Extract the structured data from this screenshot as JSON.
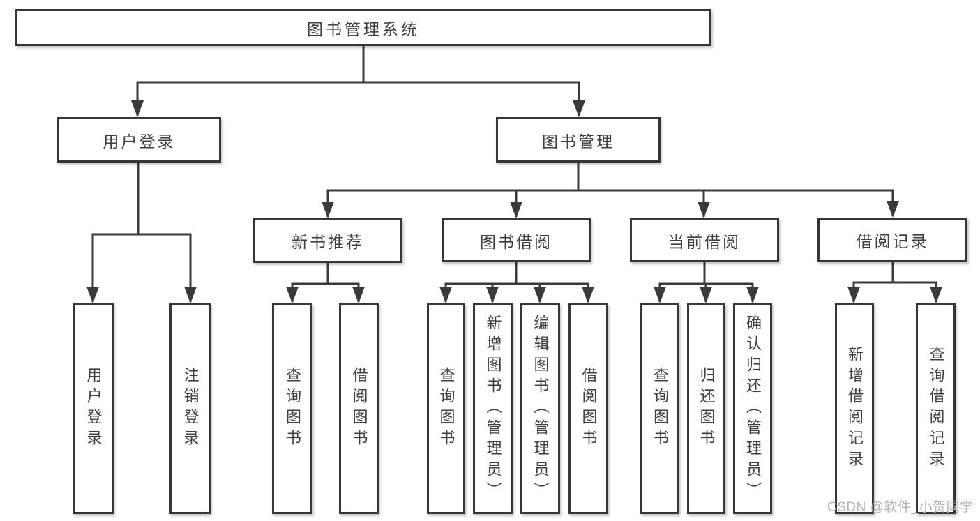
{
  "diagram_title": "图书管理系统",
  "nodes": {
    "root": {
      "label": "图书管理系统"
    },
    "level2": {
      "user_login": {
        "label": "用户登录"
      },
      "book_management": {
        "label": "图书管理"
      }
    },
    "level3": {
      "new_book_recommend": {
        "label": "新书推荐"
      },
      "book_borrow": {
        "label": "图书借阅"
      },
      "current_borrow": {
        "label": "当前借阅"
      },
      "borrow_record": {
        "label": "借阅记录"
      }
    },
    "leaves": {
      "user_login": {
        "label": "用户登录"
      },
      "logout": {
        "label": "注销登录"
      },
      "rec_query_book": {
        "label": "查询图书"
      },
      "rec_borrow_book": {
        "label": "借阅图书"
      },
      "bor_query_book": {
        "label": "查询图书"
      },
      "bor_add_book": {
        "label": "新增图书（管理员）"
      },
      "bor_edit_book": {
        "label": "编辑图书（管理员）"
      },
      "bor_borrow_book": {
        "label": "借阅图书"
      },
      "cur_query_book": {
        "label": "查询图书"
      },
      "cur_return_book": {
        "label": "归还图书"
      },
      "cur_confirm_return": {
        "label": "确认归还（管理员）"
      },
      "rec_add_record": {
        "label": "新增借阅记录"
      },
      "rec_query_record": {
        "label": "查询借阅记录"
      }
    }
  },
  "watermark": {
    "text": "CSDN @软件_小贺同学",
    "color": "#b9b1b3"
  },
  "colors": {
    "line": "#3a3a3a",
    "border": "#363636",
    "text": "#3f3f3f",
    "background": "#ffffff"
  }
}
